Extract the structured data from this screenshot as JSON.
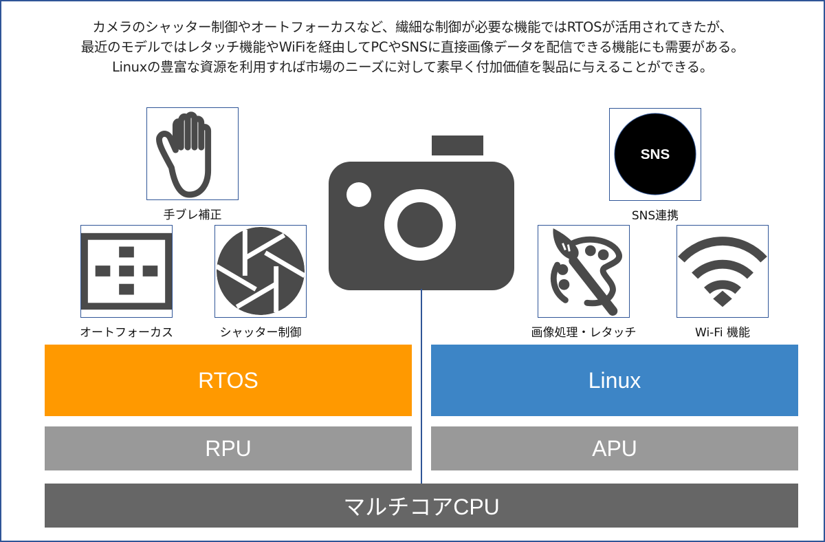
{
  "description": {
    "lines": [
      "カメラのシャッター制御やオートフォーカスなど、繊細な制御が必要な機能ではRTOSが活用されてきたが、",
      "最近のモデルではレタッチ機能やWiFiを経由してPCやSNSに直接画像データを配信できる機能にも需要がある。",
      "Linuxの豊富な資源を利用すれば市場のニーズに対して素早く付加価値を製品に与えることができる。"
    ]
  },
  "rtos_features": [
    {
      "label": "手ブレ補正",
      "icon": "hand-icon"
    },
    {
      "label": "オートフォーカス",
      "icon": "autofocus-icon"
    },
    {
      "label": "シャッター制御",
      "icon": "shutter-aperture-icon"
    }
  ],
  "linux_features": [
    {
      "label": "SNS連携",
      "icon": "sns-icon",
      "icon_text": "SNS"
    },
    {
      "label": "画像処理・レタッチ",
      "icon": "palette-brush-icon"
    },
    {
      "label": "Wi-Fi 機能",
      "icon": "wifi-icon"
    }
  ],
  "center_icon": "camera-icon",
  "stack": {
    "rtos": {
      "label": "RTOS",
      "color": "#ff9900"
    },
    "linux": {
      "label": "Linux",
      "color": "#3d85c6"
    },
    "rpu": {
      "label": "RPU",
      "color": "#999999"
    },
    "apu": {
      "label": "APU",
      "color": "#999999"
    },
    "cpu": {
      "label": "マルチコアCPU",
      "color": "#666666"
    }
  },
  "colors": {
    "frame": "#2f5597",
    "icon": "#4a4a4a"
  }
}
